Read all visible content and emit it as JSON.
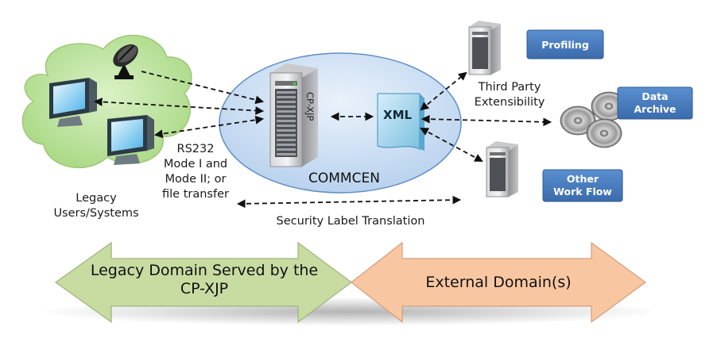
{
  "labels": {
    "legacy_users": [
      "Legacy",
      "Users/Systems"
    ],
    "rs232": [
      "RS232",
      "Mode I and",
      "Mode II; or",
      "file transfer"
    ],
    "commcen": "COMMCEN",
    "cp_xjp_server": "CP-XJP",
    "xml": "XML",
    "third_party": [
      "Third Party",
      "Extensibility"
    ],
    "security_label": "Security Label Translation"
  },
  "boxes": {
    "profiling": "Profiling",
    "data_archive": [
      "Data",
      "Archive"
    ],
    "other_workflow": [
      "Other",
      "Work Flow"
    ]
  },
  "domains": {
    "legacy": [
      "Legacy Domain Served by the",
      "CP-XJP"
    ],
    "external": "External Domain(s)"
  },
  "colors": {
    "box_fill": "#4a7ec0",
    "ellipse_fill": "#cfe0f4",
    "cloud_fill": "#c4e8a6",
    "legacy_arrow": "#c6dba0",
    "external_arrow": "#f8c8a3"
  }
}
